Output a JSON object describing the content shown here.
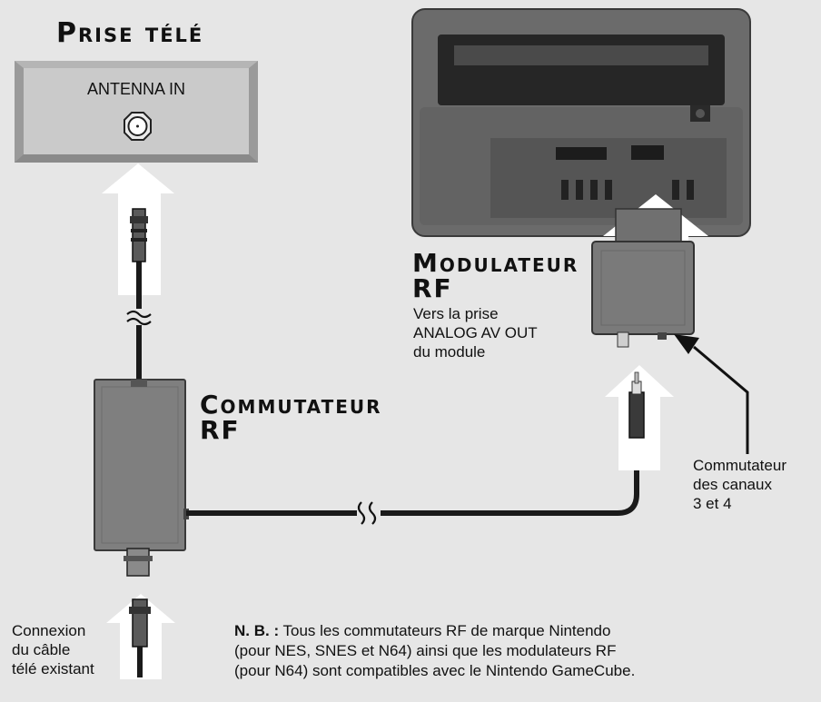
{
  "tv_outlet": {
    "title": "Prise télé",
    "antenna_label": "ANTENNA IN"
  },
  "rf_modulator": {
    "title_line1": "Modulateur",
    "title_line2": "RF",
    "desc_line1": "Vers la prise",
    "desc_line2": "ANALOG AV OUT",
    "desc_line3": "du module"
  },
  "rf_switch": {
    "title_line1": "Commutateur",
    "title_line2": "RF"
  },
  "channel_switch": {
    "line1": "Commutateur",
    "line2": "des canaux",
    "line3": "3 et 4"
  },
  "existing_cable": {
    "line1": "Connexion",
    "line2": "du câble",
    "line3": "télé existant"
  },
  "note": {
    "prefix": "N. B. :",
    "line1": " Tous les commutateurs RF de marque Nintendo",
    "line2": "(pour NES, SNES et N64) ainsi que les modulateurs RF",
    "line3": "(pour N64) sont compatibles avec le Nintendo GameCube."
  },
  "colors": {
    "background": "#e6e6e6",
    "tv_panel": "#c9c9c9",
    "console": "#6b6b6b",
    "device": "#7f7f7f",
    "arrow": "#ffffff",
    "cable": "#1a1a1a"
  }
}
